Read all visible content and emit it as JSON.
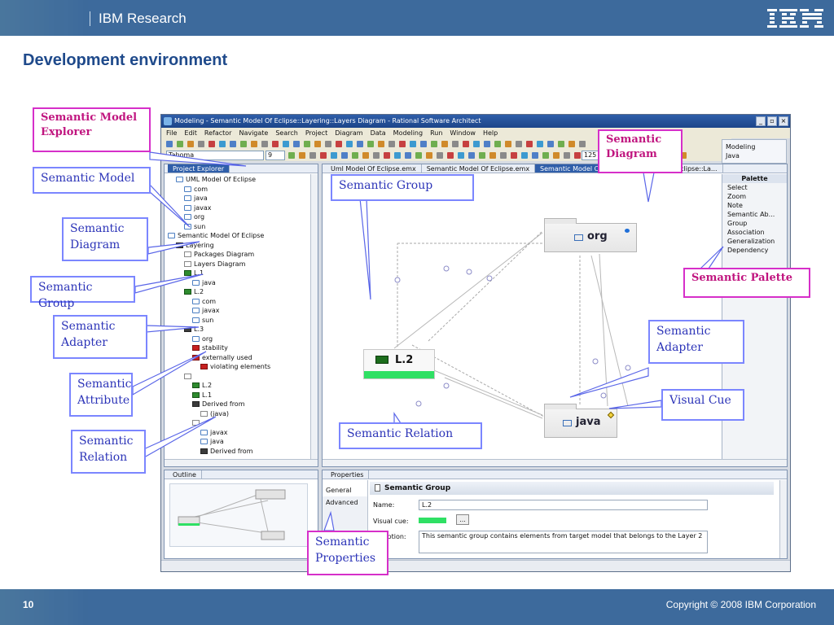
{
  "header": {
    "research": "IBM Research",
    "logo": "IBM"
  },
  "slide": {
    "title": "Development environment",
    "page_number": "10",
    "copyright": "Copyright © 2008 IBM Corporation"
  },
  "window": {
    "title": "Modeling - Semantic Model Of Eclipse::Layering::Layers Diagram - Rational Software Architect",
    "menu": [
      "File",
      "Edit",
      "Refactor",
      "Navigate",
      "Search",
      "Project",
      "Diagram",
      "Data",
      "Modeling",
      "Run",
      "Window",
      "Help"
    ],
    "font": "Tahoma",
    "font_size": "9",
    "zoom": "125",
    "perspectives": [
      "Modeling",
      "Java"
    ],
    "project_explorer": {
      "tab": "Project Explorer",
      "nodes": [
        {
          "indent": 1,
          "icon": "folder",
          "label": "UML Model Of Eclipse"
        },
        {
          "indent": 2,
          "icon": "folder",
          "label": "com"
        },
        {
          "indent": 2,
          "icon": "folder",
          "label": "java"
        },
        {
          "indent": 2,
          "icon": "folder",
          "label": "javax"
        },
        {
          "indent": 2,
          "icon": "folder",
          "label": "org"
        },
        {
          "indent": 2,
          "icon": "folder",
          "label": "sun"
        },
        {
          "indent": 0,
          "icon": "folder",
          "label": "Semantic Model Of Eclipse"
        },
        {
          "indent": 1,
          "icon": "diag",
          "label": "Layering"
        },
        {
          "indent": 2,
          "icon": "doc",
          "label": "Packages Diagram"
        },
        {
          "indent": 2,
          "icon": "doc",
          "label": "Layers Diagram"
        },
        {
          "indent": 2,
          "icon": "grp",
          "label": "L.1"
        },
        {
          "indent": 3,
          "icon": "folder",
          "label": "java"
        },
        {
          "indent": 2,
          "icon": "grp",
          "label": "L.2"
        },
        {
          "indent": 3,
          "icon": "folder",
          "label": "com"
        },
        {
          "indent": 3,
          "icon": "folder",
          "label": "javax"
        },
        {
          "indent": 3,
          "icon": "folder",
          "label": "sun"
        },
        {
          "indent": 2,
          "icon": "diag",
          "label": "L.3"
        },
        {
          "indent": 3,
          "icon": "folder",
          "label": "org"
        },
        {
          "indent": 3,
          "icon": "adp",
          "label": "stability"
        },
        {
          "indent": 3,
          "icon": "adp",
          "label": "externally  used"
        },
        {
          "indent": 4,
          "icon": "adp",
          "label": "violating  elements"
        },
        {
          "indent": 2,
          "icon": "doc",
          "label": ""
        },
        {
          "indent": 3,
          "icon": "grp",
          "label": "L.2"
        },
        {
          "indent": 3,
          "icon": "grp",
          "label": "L.1"
        },
        {
          "indent": 3,
          "icon": "diag",
          "label": "Derived from"
        },
        {
          "indent": 4,
          "icon": "doc",
          "label": "(java)"
        },
        {
          "indent": 3,
          "icon": "doc",
          "label": ""
        },
        {
          "indent": 4,
          "icon": "folder",
          "label": "javax"
        },
        {
          "indent": 4,
          "icon": "folder",
          "label": "java"
        },
        {
          "indent": 4,
          "icon": "diag",
          "label": "Derived from"
        }
      ]
    },
    "editor_tabs": [
      "Uml Model Of Eclipse.emx",
      "Semantic Model Of Eclipse.emx",
      "Semantic Model Of",
      "Semantic Model Of Eclipse::La..."
    ],
    "diagram": {
      "groups": [
        "L.2"
      ],
      "packages": [
        "org",
        "java"
      ]
    },
    "palette": {
      "title": "Palette",
      "items": [
        "Select",
        "Zoom",
        "Note",
        "Semantic Ab...",
        "Group",
        "Association",
        "Generalization",
        "Dependency"
      ]
    },
    "outline_tab": "Outline",
    "properties": {
      "tab": "Properties",
      "sections": [
        "General",
        "Advanced"
      ],
      "header": "Semantic Group",
      "name_label": "Name:",
      "name_value": "L.2",
      "visual_cue_label": "Visual cue:",
      "visual_cue_button": "...",
      "description_label": "ription:",
      "description_value": "This semantic group contains elements from target model that belongs to the Layer 2"
    }
  },
  "callouts": {
    "model_explorer": "Semantic Model\nExplorer",
    "model": "Semantic Model",
    "diagram_left": "Semantic\nDiagram",
    "group_left": "Semantic Group",
    "adapter_left": "Semantic\nAdapter",
    "attribute": "Semantic\nAttribute",
    "relation_left": "Semantic\nRelation",
    "group_canvas": "Semantic Group",
    "diagram_top": "Semantic\nDiagram",
    "palette": "Semantic Palette",
    "adapter_right": "Semantic\nAdapter",
    "visual_cue": "Visual Cue",
    "relation_canvas": "Semantic Relation",
    "properties": "Semantic\nProperties"
  }
}
